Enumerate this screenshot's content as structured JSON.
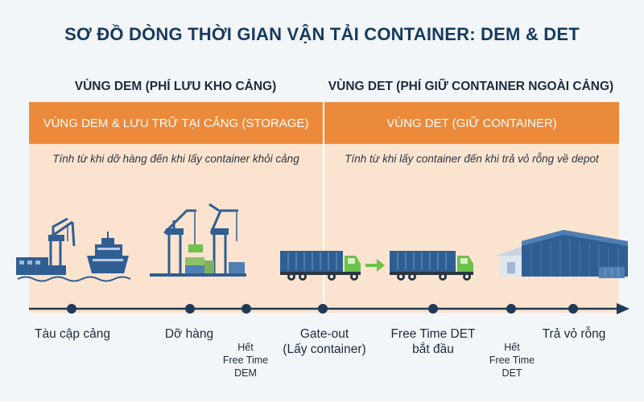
{
  "title": "SƠ ĐỒ DÒNG THỜI GIAN VẬN TẢI CONTAINER: DEM & DET",
  "zones": {
    "dem": {
      "label": "VÙNG DEM (PHÍ LƯU KHO CẢNG)",
      "header": "VÙNG DEM & LƯU TRỮ TẠI CẢNG (STORAGE)",
      "description": "Tính từ khi dỡ hàng đến khi lấy container khỏi cảng"
    },
    "det": {
      "label": "VÙNG DET (PHÍ GIỮ CONTAINER NGOÀI CẢNG)",
      "header": "VÙNG DET (GIỮ CONTAINER)",
      "description": "Tính từ khi lấy container đến khi trả vỏ rỗng về depot"
    }
  },
  "timeline": {
    "events": [
      {
        "lines": [
          "Tàu cập cảng"
        ]
      },
      {
        "lines": [
          "Dỡ hàng"
        ]
      },
      {
        "lines": [
          "Hết",
          "Free Time",
          "DEM"
        ]
      },
      {
        "lines": [
          "Gate-out",
          "(Lấy container)"
        ]
      },
      {
        "lines": [
          "Free Time DET",
          "bắt đầu"
        ]
      },
      {
        "lines": [
          "Hết",
          "Free Time",
          "DET"
        ]
      },
      {
        "lines": [
          "Trả vỏ rỗng"
        ]
      }
    ]
  },
  "colors": {
    "title": "#163a5f",
    "header_orange": "#ec8a3b",
    "zone_fill": "#fbe3cf",
    "illustration_blue": "#2f5e92",
    "truck_cab": "#6cc24a",
    "axis": "#1f3a57"
  },
  "icons": {
    "port_ship": "ship-crane-icon",
    "unloading": "crane-unloading-icon",
    "truck_gate_out": "container-truck-icon",
    "arrow": "right-arrow-icon",
    "truck_det": "container-truck-icon",
    "depot": "warehouse-depot-icon"
  }
}
